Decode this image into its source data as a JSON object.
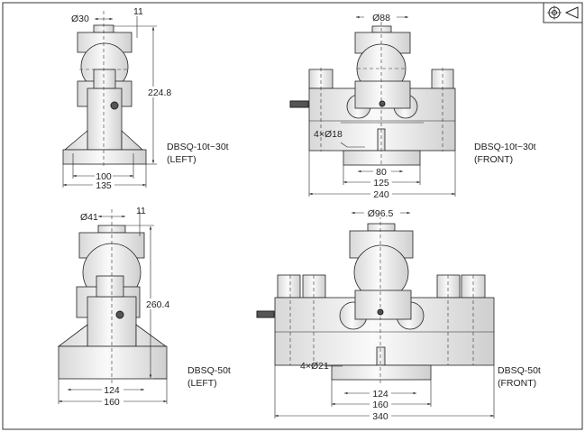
{
  "symbol": "projection-symbol",
  "views": {
    "top_left": {
      "model": "DBSQ-10t~30t",
      "view": "(LEFT)",
      "dims": {
        "pin_dia": "Ø30",
        "pin_h": "11",
        "height": "224.8",
        "inner": "100",
        "outer": "135"
      }
    },
    "top_front": {
      "model": "DBSQ-10t~30t",
      "view": "(FRONT)",
      "dims": {
        "disk_dia": "Ø88",
        "holes": "4×Ø18",
        "inner": "80",
        "mid": "125",
        "outer": "240"
      }
    },
    "bottom_left": {
      "model": "DBSQ-50t",
      "view": "(LEFT)",
      "dims": {
        "pin_dia": "Ø41",
        "pin_h": "11",
        "height": "260.4",
        "inner": "124",
        "outer": "160"
      }
    },
    "bottom_front": {
      "model": "DBSQ-50t",
      "view": "(FRONT)",
      "dims": {
        "disk_dia": "Ø96.5",
        "holes": "4×Ø21",
        "inner": "124",
        "mid": "160",
        "outer": "340"
      }
    }
  }
}
